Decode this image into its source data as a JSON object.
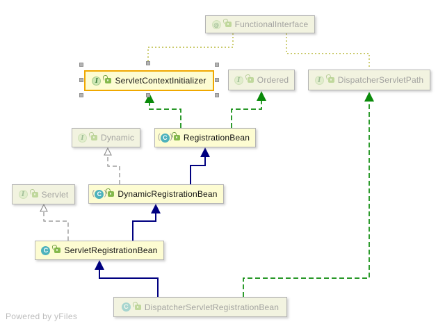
{
  "app": {
    "watermark": "Powered by yFiles"
  },
  "colors": {
    "canvas_background": "#ffffff",
    "node_faded_background": "#f2f3e0",
    "node_active_background": "#fdfcd2",
    "node_border": "#b4b4b4",
    "selected_border": "#f0a800",
    "edge_extends": "#000080",
    "edge_implements": "#0a8a0a",
    "edge_dependency": "#888888",
    "edge_annotation": "#b8b83a",
    "interface_icon": "#cde7b4",
    "class_icon": "#4db2bc",
    "lock_icon": "#85b94c"
  },
  "nodes": [
    {
      "id": "FunctionalInterface",
      "label": "FunctionalInterface",
      "icon": "@",
      "kind": "annotation",
      "state": "faded"
    },
    {
      "id": "ServletContextInitializer",
      "label": "ServletContextInitializer",
      "icon": "I",
      "kind": "interface",
      "state": "selected"
    },
    {
      "id": "Ordered",
      "label": "Ordered",
      "icon": "I",
      "kind": "interface",
      "state": "faded"
    },
    {
      "id": "DispatcherServletPath",
      "label": "DispatcherServletPath",
      "icon": "I",
      "kind": "interface",
      "state": "faded"
    },
    {
      "id": "Dynamic",
      "label": "Dynamic",
      "icon": "I",
      "kind": "interface",
      "state": "faded"
    },
    {
      "id": "RegistrationBean",
      "label": "RegistrationBean",
      "icon": "C",
      "kind": "abstract-class",
      "state": "active"
    },
    {
      "id": "Servlet",
      "label": "Servlet",
      "icon": "I",
      "kind": "interface",
      "state": "faded"
    },
    {
      "id": "DynamicRegistrationBean",
      "label": "DynamicRegistrationBean",
      "icon": "C",
      "kind": "abstract-class",
      "state": "active"
    },
    {
      "id": "ServletRegistrationBean",
      "label": "ServletRegistrationBean",
      "icon": "C",
      "kind": "class",
      "state": "active"
    },
    {
      "id": "DispatcherServletRegistrationBean",
      "label": "DispatcherServletRegistrationBean",
      "icon": "C",
      "kind": "class",
      "state": "faded"
    }
  ],
  "edges": [
    {
      "from": "ServletContextInitializer",
      "to": "FunctionalInterface",
      "relation": "annotated-with",
      "style": "dotted-olive"
    },
    {
      "from": "DispatcherServletPath",
      "to": "FunctionalInterface",
      "relation": "annotated-with",
      "style": "dotted-olive"
    },
    {
      "from": "RegistrationBean",
      "to": "ServletContextInitializer",
      "relation": "implements",
      "style": "dashed-green"
    },
    {
      "from": "RegistrationBean",
      "to": "Ordered",
      "relation": "implements",
      "style": "dashed-green"
    },
    {
      "from": "DynamicRegistrationBean",
      "to": "Dynamic",
      "relation": "dependency",
      "style": "dashed-gray"
    },
    {
      "from": "DynamicRegistrationBean",
      "to": "RegistrationBean",
      "relation": "extends",
      "style": "solid-navy"
    },
    {
      "from": "ServletRegistrationBean",
      "to": "Servlet",
      "relation": "dependency",
      "style": "dashed-gray"
    },
    {
      "from": "ServletRegistrationBean",
      "to": "DynamicRegistrationBean",
      "relation": "extends",
      "style": "solid-navy"
    },
    {
      "from": "DispatcherServletRegistrationBean",
      "to": "ServletRegistrationBean",
      "relation": "extends",
      "style": "solid-navy"
    },
    {
      "from": "DispatcherServletRegistrationBean",
      "to": "DispatcherServletPath",
      "relation": "implements",
      "style": "dashed-green"
    }
  ]
}
